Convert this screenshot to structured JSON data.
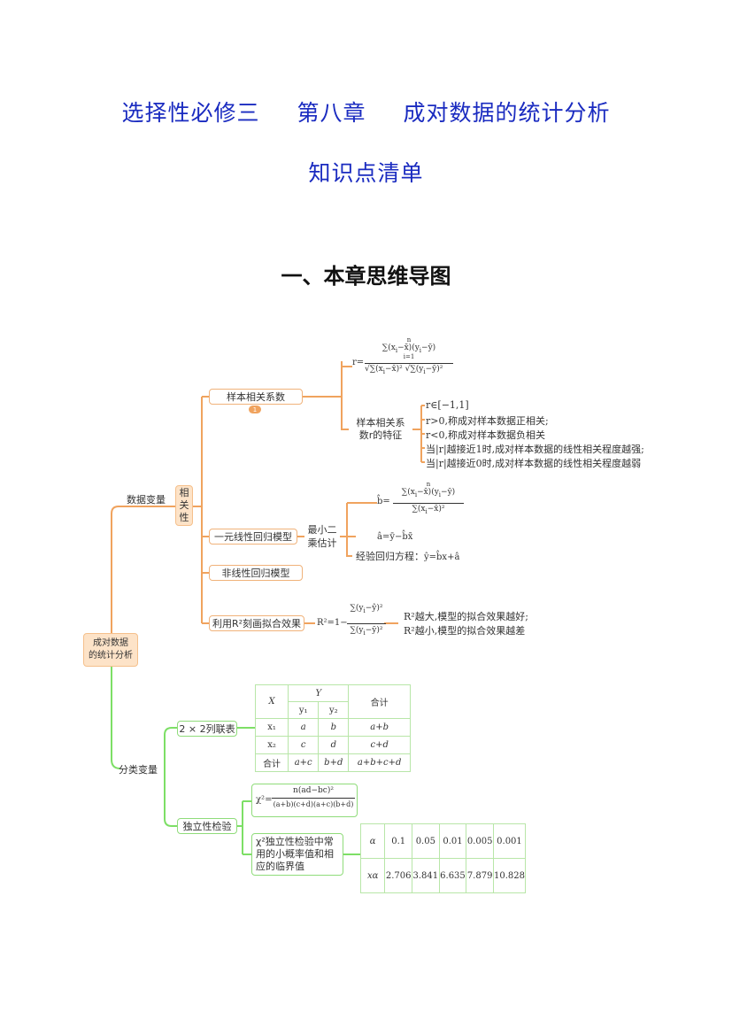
{
  "title_parts": [
    "选择性必修三",
    "第八章",
    "成对数据的统计分析"
  ],
  "subtitle": "知识点清单",
  "section_heading": "一、本章思维导图",
  "mindmap": {
    "root": "成对数据\n的统计分析",
    "branch_numeric": "数据变量",
    "correlation": "相\n关\n性",
    "node_corr_coef": "样本相关系数",
    "badge": "1",
    "node_corr_props": "样本相关系\n数r的特征",
    "props": [
      "r∈[−1,1]",
      "r>0,称成对样本数据正相关;",
      "r<0,称成对样本数据负相关",
      "当|r|越接近1时,成对样本数据的线性相关程度越强;",
      "当|r|越接近0时,成对样本数据的线性相关程度越弱"
    ],
    "node_linear": "一元线性回归模型",
    "node_least_squares": "最小二\n乘估计",
    "reg_eq_label": "经验回归方程：",
    "node_nonlinear": "非线性回归模型",
    "node_r2": "利用R²刻画拟合效果",
    "r2_notes": [
      "R²越大,模型的拟合效果越好;",
      "R²越小,模型的拟合效果越差"
    ],
    "branch_categorical": "分类变量",
    "node_contingency": "2 × 2列联表",
    "node_indep": "独立性检验",
    "node_critical": "χ²独立性检验中常\n用的小概率值和相\n应的临界值",
    "contingency": {
      "h_x": "X",
      "h_y": "Y",
      "h_total": "合计",
      "h_y1": "y₁",
      "h_y2": "y₂",
      "rows": [
        [
          "x₁",
          "a",
          "b",
          "a+b"
        ],
        [
          "x₂",
          "c",
          "d",
          "c+d"
        ],
        [
          "合计",
          "a+c",
          "b+d",
          "a+b+c+d"
        ]
      ]
    },
    "critical": {
      "alpha_label": "α",
      "x_label": "xα",
      "alpha": [
        "0.1",
        "0.05",
        "0.01",
        "0.005",
        "0.001"
      ],
      "x": [
        "2.706",
        "3.841",
        "6.635",
        "7.879",
        "10.828"
      ]
    }
  },
  "colors": {
    "title": "#1a2bc0",
    "orange": "#f0a35e",
    "green": "#6fdc52"
  }
}
